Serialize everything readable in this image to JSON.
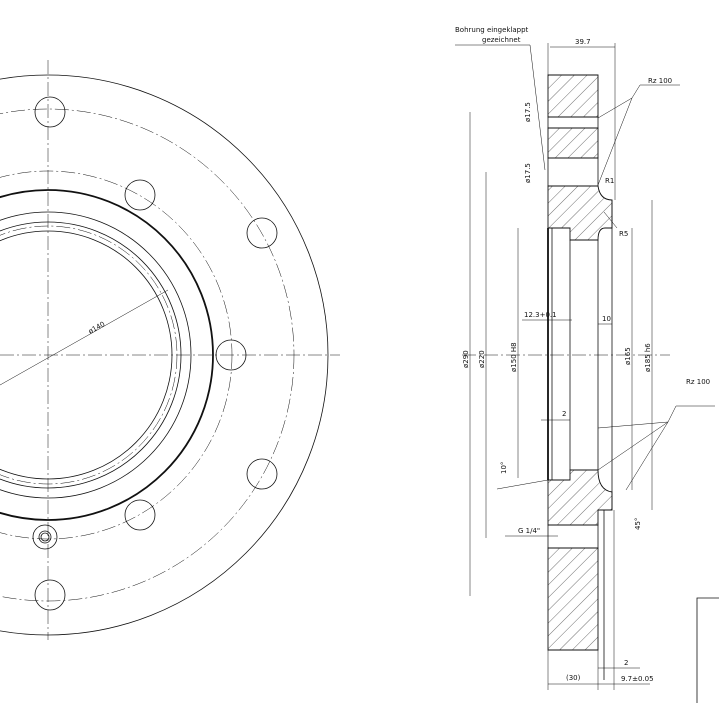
{
  "front_view": {
    "dim_bore": "ø140"
  },
  "section_view": {
    "note_line1": "Bohrung eingeklappt",
    "note_line2": "gezeichnet",
    "width_39_7": "39.7",
    "roughness_top": "Rz 100",
    "roughness_bottom": "Rz 100",
    "hole_dia_1": "ø17.5",
    "hole_dia_2": "ø17.5",
    "radius_r1": "R1",
    "radius_r5": "R5",
    "dia_290": "ø290",
    "dia_220": "ø220",
    "dia_150": "ø150 H8",
    "depth_12_3": "12.3+0.1",
    "step_10": "10",
    "dia_165": "ø165",
    "dia_185": "ø185 h6",
    "gap_2_inner": "2",
    "angle_10": "10°",
    "angle_45": "45°",
    "thread": "G 1/4\"",
    "dim_30": "(30)",
    "dim_2_bottom": "2",
    "dim_9_7": "9.7±0.05"
  }
}
